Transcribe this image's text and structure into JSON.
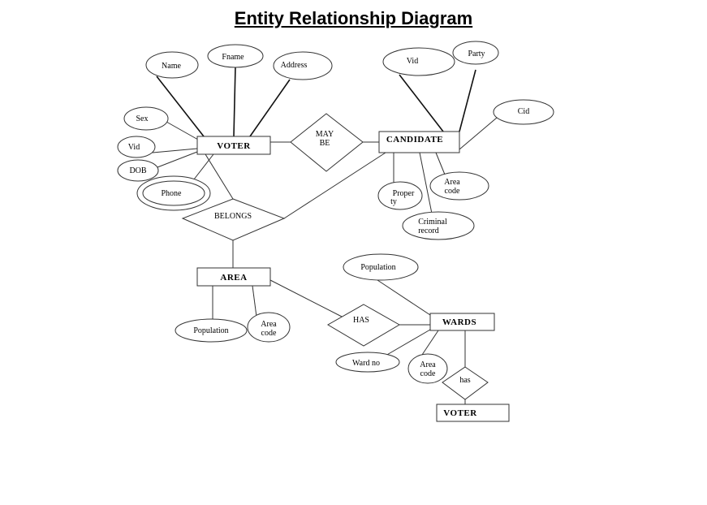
{
  "title": "Entity Relationship Diagram",
  "entities": {
    "voter": "VOTER",
    "candidate": "CANDIDATE",
    "area": "AREA",
    "wards": "WARDS",
    "voter2": "VOTER"
  },
  "relationships": {
    "maybe_line1": "MAY",
    "maybe_line2": "BE",
    "belongs": "BELONGS",
    "has_upper": "HAS",
    "has_lower": "has"
  },
  "attributes": {
    "name": "Name",
    "fname": "Fname",
    "address": "Address",
    "sex": "Sex",
    "vid_voter": "Vid",
    "dob": "DOB",
    "phone": "Phone",
    "vid_candidate": "Vid",
    "party": "Party",
    "cid": "Cid",
    "property_line1": "Proper",
    "property_line2": "ty",
    "area_code_c_line1": "Area",
    "area_code_c_line2": "code",
    "criminal_line1": "Criminal",
    "criminal_line2": "record",
    "population_area": "Population",
    "area_code_a_line1": "Area",
    "area_code_a_line2": "code",
    "population_wards": "Population",
    "ward_no": "Ward no",
    "area_code_w_line1": "Area",
    "area_code_w_line2": "code"
  }
}
